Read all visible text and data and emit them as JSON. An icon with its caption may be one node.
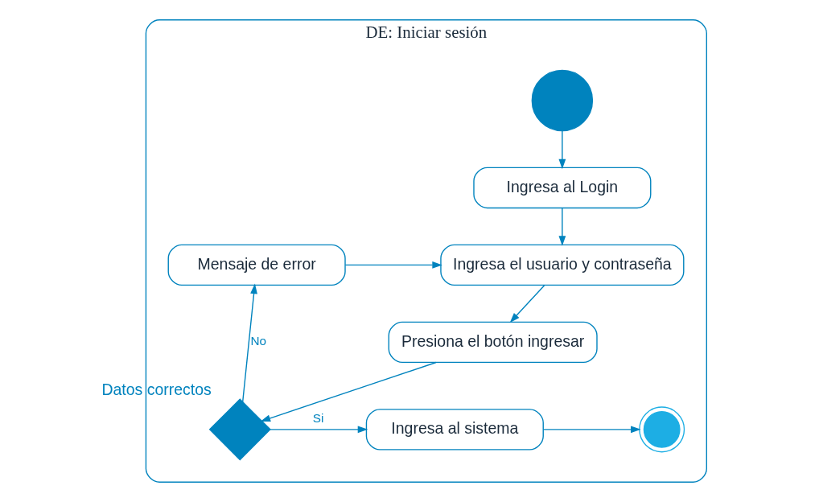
{
  "diagram": {
    "nodes": [
      {
        "text": [
          "DE: Iniciar sesión"
        ]
      },
      {
        "text": [],
        "shape": "circle",
        "in": 0
      },
      {
        "text": [
          "Ingresa al Login"
        ],
        "in": 0
      },
      {
        "text": [
          "Ingresa el usuario y contraseña"
        ],
        "in": 0
      },
      {
        "text": [
          "Mensaje de error"
        ],
        "in": 0
      },
      {
        "text": [
          "Presiona el botón ingresar"
        ],
        "in": 0
      },
      {
        "text": [],
        "shape": "diamond",
        "beside": [
          "Datos correctos"
        ],
        "in": 0
      },
      {
        "text": [
          "Ingresa al sistema"
        ],
        "in": 0
      },
      {
        "text": [],
        "shape": "circle",
        "in": 0
      }
    ],
    "edges": [
      {
        "from": 1,
        "to": 2,
        "arrow": "to"
      },
      {
        "from": 2,
        "to": 3,
        "arrow": "to"
      },
      {
        "from": 3,
        "to": 5,
        "arrow": "to"
      },
      {
        "from": 5,
        "to": 6,
        "arrow": "to"
      },
      {
        "from": 6,
        "to": 4,
        "arrow": "to",
        "label": "No"
      },
      {
        "from": 6,
        "to": 7,
        "arrow": "to",
        "label": "Si"
      },
      {
        "from": 4,
        "to": 3,
        "arrow": "to"
      },
      {
        "from": 7,
        "to": 8,
        "arrow": "to"
      }
    ]
  }
}
